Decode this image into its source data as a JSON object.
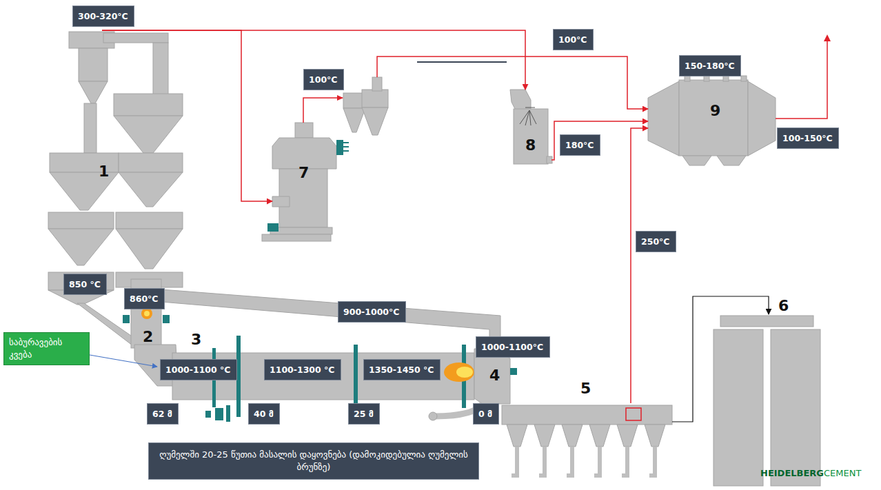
{
  "diagram": {
    "nodes": [
      {
        "text": [
          "300-320°C"
        ]
      },
      {
        "text": [
          "1"
        ]
      },
      {
        "text": [
          "850 °C"
        ]
      },
      {
        "text": [
          "2"
        ]
      },
      {
        "text": [
          "860°C"
        ]
      },
      {
        "text": [
          "საბურავების კვება"
        ]
      },
      {
        "text": [
          "3"
        ]
      },
      {
        "text": [
          "1000-1100 °C"
        ],
        "in": 6
      },
      {
        "text": [
          "1100-1300 °C"
        ],
        "in": 6
      },
      {
        "text": [
          "1350-1450 °C"
        ],
        "in": 6
      },
      {
        "text": [
          "900-1000°C"
        ]
      },
      {
        "text": [
          "4"
        ]
      },
      {
        "text": [
          "1000-1100°C"
        ]
      },
      {
        "text": [
          "62 მ"
        ]
      },
      {
        "text": [
          "40 მ"
        ]
      },
      {
        "text": [
          "25 მ"
        ]
      },
      {
        "text": [
          "0 მ"
        ]
      },
      {
        "text": [
          "ღუმელში 20-25 წუთია მასალის დაყოვნება (დამოკიდებულია ღუმელის ბრუნზე)"
        ]
      },
      {
        "text": [
          "5"
        ]
      },
      {
        "text": [
          "6"
        ]
      },
      {
        "text": [
          "7"
        ]
      },
      {
        "text": [
          "100°C"
        ]
      },
      {
        "text": [
          "100°C"
        ]
      },
      {
        "text": [
          "8"
        ]
      },
      {
        "text": [
          "180°C"
        ]
      },
      {
        "text": [
          "9"
        ]
      },
      {
        "text": [
          "150-180°C"
        ]
      },
      {
        "text": [
          "100-150°C"
        ]
      },
      {
        "text": [
          "250°C"
        ]
      }
    ],
    "edges": [
      {
        "from": 1,
        "to": 20,
        "arrow": "to"
      },
      {
        "from": 1,
        "to": 23,
        "arrow": "to"
      },
      {
        "from": 20,
        "to": 25,
        "arrow": "to"
      },
      {
        "from": 23,
        "to": 25,
        "arrow": "to"
      },
      {
        "from": 18,
        "to": 25,
        "arrow": "to"
      },
      {
        "from": 18,
        "to": 19,
        "arrow": "to"
      },
      {
        "from": 5,
        "to": 6,
        "arrow": "to"
      }
    ],
    "labels": [
      "HEIDELBERG",
      "CEMENT"
    ]
  }
}
